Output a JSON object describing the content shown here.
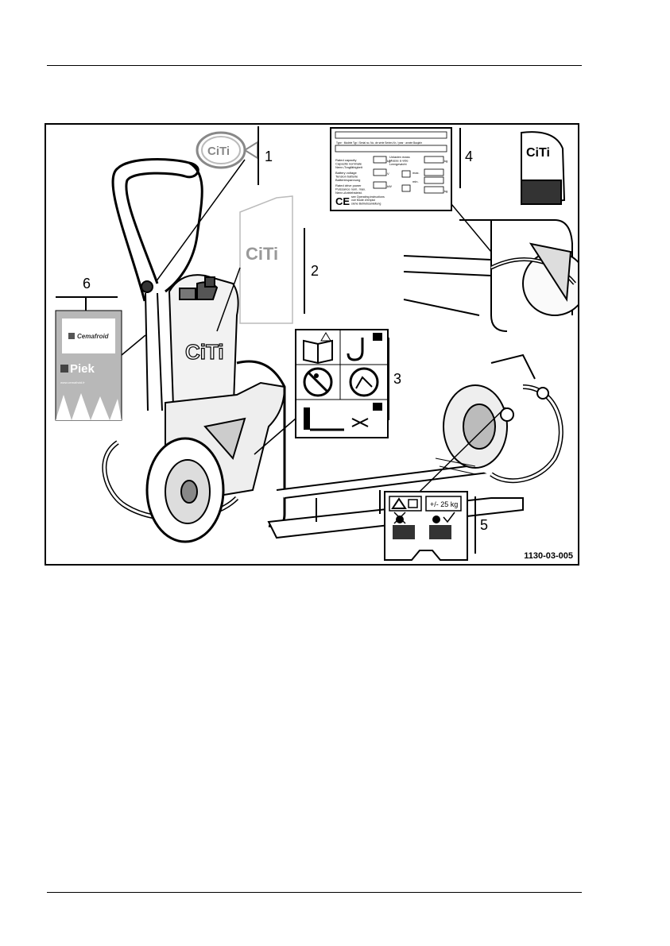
{
  "figure": {
    "callouts": [
      "1",
      "2",
      "3",
      "4",
      "5",
      "6"
    ],
    "figure_id": "1130-03-005",
    "logo_text": "CiTi",
    "decal_text": "CiTi",
    "weight_label": "+/- 25 kg",
    "plate": {
      "header": "Type · Modèle Typ / Serial no. No. de série Serien-Nr. / year · année Baujahr",
      "rated_capacity": "Rated capacity\nCapacité nominale\nNenn-Tragfähigkeit",
      "battery_voltage": "Battery voltage\nTension batterie\nBatteriespannung",
      "drive_power": "Rated drive power\nPuissance nom. max.\nNenn-Antriebsleist.",
      "unladen_mass": "Unladen mass\nMasse à vide\nLeergewicht",
      "unit_kg": "kg",
      "unit_v": "V",
      "unit_kw": "kW",
      "max": "max.",
      "min": "min.",
      "see_instructions": "see Operating instructions\nvoir Mode d'emploi\nsiehe Betriebsanleitung",
      "ce": "CE"
    },
    "leaflet": {
      "brand": "Cemafroid",
      "product": "Piek",
      "url": "www.cemafroid.fr"
    }
  }
}
